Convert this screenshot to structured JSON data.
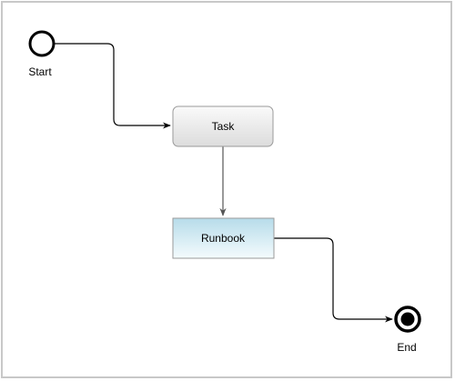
{
  "diagram": {
    "nodes": {
      "start": {
        "label": "Start",
        "kind": "start-event"
      },
      "task": {
        "label": "Task",
        "kind": "task"
      },
      "runbook": {
        "label": "Runbook",
        "kind": "runbook"
      },
      "end": {
        "label": "End",
        "kind": "end-event"
      }
    },
    "edges": [
      {
        "from": "start",
        "to": "task"
      },
      {
        "from": "task",
        "to": "runbook"
      },
      {
        "from": "runbook",
        "to": "end"
      }
    ]
  }
}
